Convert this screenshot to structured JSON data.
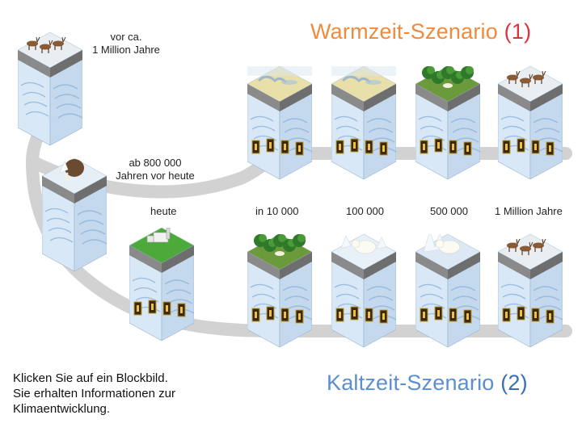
{
  "titles": {
    "warm_main": "Warmzeit-Szenario",
    "warm_num": "(1)",
    "cold_main": "Kaltzeit-Szenario",
    "cold_num": "(2)"
  },
  "labels": {
    "one_million_ago": "vor ca.\n1 Million Jahre",
    "eight_hundred_k": "ab 800 000\nJahren vor heute",
    "today": "heute",
    "in_10000": "in 10 000",
    "k100000": "100 000",
    "k500000": "500 000",
    "one_million_future": "1 Million Jahre"
  },
  "info_text": "Klicken Sie auf ein Blockbild.\nSie erhalten Informationen zur\nKlimaentwicklung.",
  "colors": {
    "warm_title": "#f08a3c",
    "warm_number": "#e0323a",
    "cold_title": "#5b8fd0",
    "cold_number": "#3a6fb8",
    "path": "#d2d2d2",
    "ice": "#cfe3f6",
    "ice_dark": "#8fb3d8",
    "grass": "#4caa3a",
    "sand": "#e8e0a8",
    "forest": "#2f7a2a"
  },
  "blocks": [
    {
      "id": "block-past-1m",
      "top": "animals"
    },
    {
      "id": "block-past-800k",
      "top": "mammoth"
    },
    {
      "id": "block-today",
      "top": "industry"
    },
    {
      "id": "block-warm-10k",
      "top": "sand"
    },
    {
      "id": "block-warm-100k",
      "top": "sand"
    },
    {
      "id": "block-warm-500k",
      "top": "forest"
    },
    {
      "id": "block-warm-1m",
      "top": "animals"
    },
    {
      "id": "block-cold-10k",
      "top": "forest"
    },
    {
      "id": "block-cold-100k",
      "top": "polarbear"
    },
    {
      "id": "block-cold-500k",
      "top": "polarbear-ice"
    },
    {
      "id": "block-cold-1m",
      "top": "animals"
    }
  ]
}
